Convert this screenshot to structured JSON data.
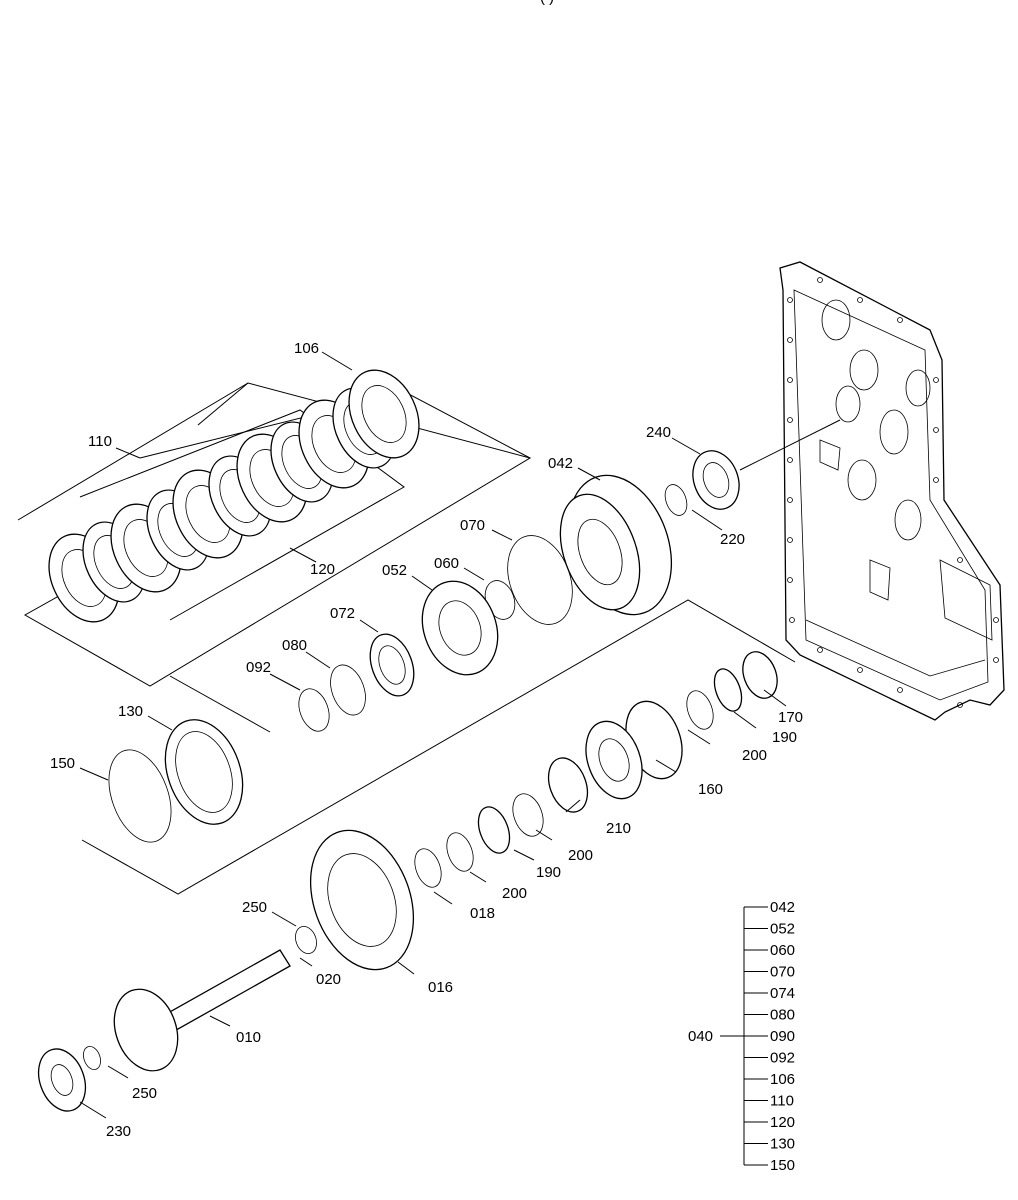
{
  "header_fragment": "(  )",
  "callouts": [
    {
      "id": "106",
      "text": "106"
    },
    {
      "id": "110",
      "text": "110"
    },
    {
      "id": "120",
      "text": "120"
    },
    {
      "id": "042",
      "text": "042"
    },
    {
      "id": "240",
      "text": "240"
    },
    {
      "id": "220",
      "text": "220"
    },
    {
      "id": "070",
      "text": "070"
    },
    {
      "id": "060",
      "text": "060"
    },
    {
      "id": "052",
      "text": "052"
    },
    {
      "id": "072",
      "text": "072"
    },
    {
      "id": "080",
      "text": "080"
    },
    {
      "id": "092",
      "text": "092"
    },
    {
      "id": "130",
      "text": "130"
    },
    {
      "id": "150",
      "text": "150"
    },
    {
      "id": "170",
      "text": "170"
    },
    {
      "id": "190a",
      "text": "190"
    },
    {
      "id": "200a",
      "text": "200"
    },
    {
      "id": "160",
      "text": "160"
    },
    {
      "id": "210",
      "text": "210"
    },
    {
      "id": "200b",
      "text": "200"
    },
    {
      "id": "190b",
      "text": "190"
    },
    {
      "id": "200c",
      "text": "200"
    },
    {
      "id": "018",
      "text": "018"
    },
    {
      "id": "250a",
      "text": "250"
    },
    {
      "id": "020",
      "text": "020"
    },
    {
      "id": "016",
      "text": "016"
    },
    {
      "id": "010",
      "text": "010"
    },
    {
      "id": "250b",
      "text": "250"
    },
    {
      "id": "230",
      "text": "230"
    }
  ],
  "assembly_group": {
    "parent": "040",
    "children": [
      "042",
      "052",
      "060",
      "070",
      "074",
      "080",
      "090",
      "092",
      "106",
      "110",
      "120",
      "130",
      "150"
    ]
  }
}
